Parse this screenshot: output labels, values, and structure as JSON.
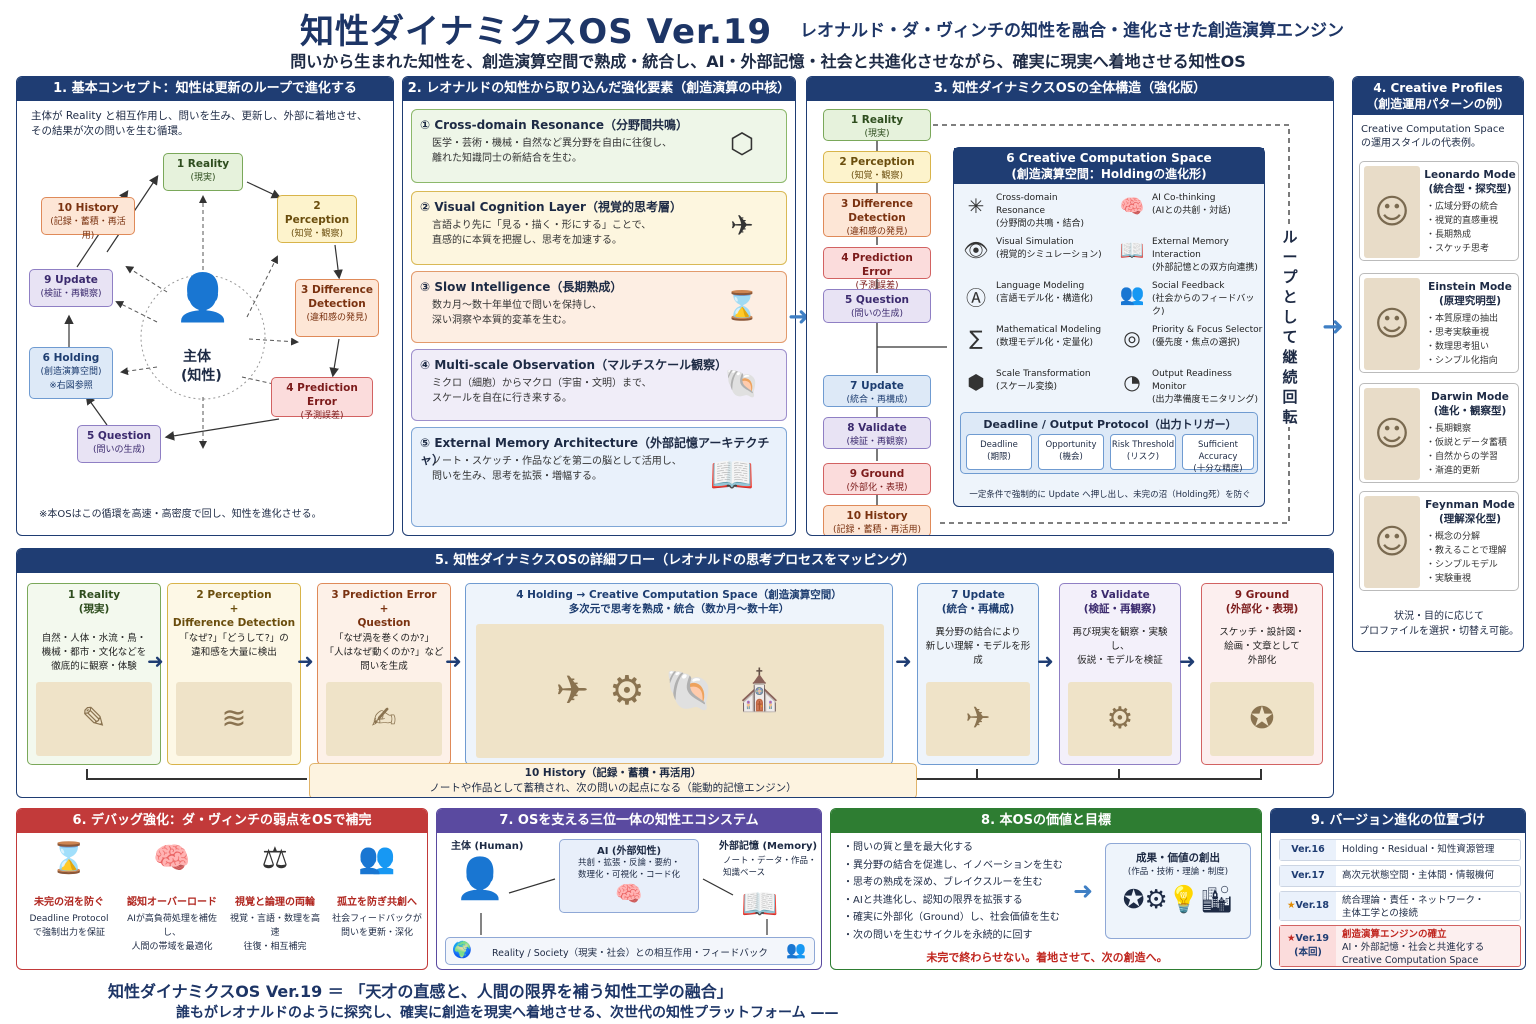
{
  "title": "知性ダイナミクスOS Ver.19",
  "title_sub": "レオナルド・ダ・ヴィンチの知性を融合・進化させた創造演算エンジン",
  "subtitle": "問いから生まれた知性を、創造演算空間で熟成・統合し、AI・外部記憶・社会と共進化させながら、確実に現実へ着地させる知性OS",
  "p1": {
    "header": "1. 基本コンセプト：知性は更新のループで進化する",
    "desc1": "主体が Reality と相互作用し、問いを生み、更新し、外部に着地させ、",
    "desc2": "その結果が次の問いを生む循環。",
    "center1": "主体",
    "center2": "(知性)",
    "n1": "1 Reality",
    "n1s": "(現実)",
    "n2": "2 Perception",
    "n2s": "(知覚・観察)",
    "n3": "3 Difference Detection",
    "n3s": "(違和感の発見)",
    "n4": "4 Prediction Error",
    "n4s": "(予測誤差)",
    "n5": "5 Question",
    "n5s": "(問いの生成)",
    "n6": "6 Holding",
    "n6s": "(創造演算空間)",
    "n6s2": "※右図参照",
    "n9": "9 Update",
    "n9s": "(検証・再観察)",
    "n10": "10 History",
    "n10s": "(記録・蓄積・再活用)",
    "note": "※本OSはこの循環を高速・高密度で回し、知性を進化させる。"
  },
  "p2": {
    "header": "2. レオナルドの知性から取り込んだ強化要素（創造演算の中核）",
    "items": [
      {
        "t": "① Cross-domain Resonance（分野間共鳴）",
        "d1": "医学・芸術・機械・自然など異分野を自由に往復し、",
        "d2": "離れた知識同士の新結合を生む。"
      },
      {
        "t": "② Visual Cognition Layer（視覚的思考層）",
        "d1": "言語より先に「見る・描く・形にする」ことで、",
        "d2": "直感的に本質を把握し、思考を加速する。"
      },
      {
        "t": "③ Slow Intelligence（長期熟成）",
        "d1": "数カ月〜数十年単位で問いを保持し、",
        "d2": "深い洞察や本質的変革を生む。"
      },
      {
        "t": "④ Multi-scale Observation（マルチスケール観察）",
        "d1": "ミクロ（細胞）からマクロ（宇宙・文明）まで、",
        "d2": "スケールを自在に行き来する。"
      },
      {
        "t": "⑤ External Memory Architecture（外部記憶アーキテクチャ）",
        "d1": "ノート・スケッチ・作品などを第二の脳として活用し、",
        "d2": "問いを生み、思考を拡張・増幅する。"
      }
    ]
  },
  "p3": {
    "header": "3. 知性ダイナミクスOSの全体構造（強化版）",
    "steps": [
      {
        "a": "1 Reality",
        "b": "(現実)"
      },
      {
        "a": "2 Perception",
        "b": "(知覚・観察)"
      },
      {
        "a": "3 Difference Detection",
        "b": "(違和感の発見)"
      },
      {
        "a": "4 Prediction Error",
        "b": "(予測誤差)"
      },
      {
        "a": "5 Question",
        "b": "(問いの生成)"
      },
      {
        "a": "7 Update",
        "b": "(統合・再構成)"
      },
      {
        "a": "8 Validate",
        "b": "(検証・再観察)"
      },
      {
        "a": "9 Ground",
        "b": "(外部化・表現)"
      },
      {
        "a": "10 History",
        "b": "(記録・蓄積・再活用)"
      }
    ],
    "ccs_t1": "6 Creative Computation Space",
    "ccs_t2": "(創造演算空間：Holdingの進化形)",
    "features": [
      {
        "a": "Cross-domain Resonance",
        "b": "(分野間の共鳴・結合)"
      },
      {
        "a": "AI Co-thinking",
        "b": "(AIとの共創・対話)"
      },
      {
        "a": "Visual Simulation",
        "b": "(視覚的シミュレーション)"
      },
      {
        "a": "External Memory Interaction",
        "b": "(外部記憶との双方向連携)"
      },
      {
        "a": "Language Modeling",
        "b": "(言語モデル化・構造化)"
      },
      {
        "a": "Social Feedback",
        "b": "(社会からのフィードバック)"
      },
      {
        "a": "Mathematical Modeling",
        "b": "(数理モデル化・定量化)"
      },
      {
        "a": "Priority & Focus Selector",
        "b": "(優先度・焦点の選択)"
      },
      {
        "a": "Scale Transformation",
        "b": "(スケール変換)"
      },
      {
        "a": "Output Readiness Monitor",
        "b": "(出力準備度モニタリング)"
      }
    ],
    "protocol": "Deadline / Output Protocol（出力トリガー）",
    "triggers": [
      {
        "a": "Deadline",
        "b": "(期限)"
      },
      {
        "a": "Opportunity",
        "b": "(機会)"
      },
      {
        "a": "Risk Threshold",
        "b": "(リスク)"
      },
      {
        "a": "Sufficient Accuracy",
        "b": "(十分な精度)"
      }
    ],
    "protocol_note": "一定条件で強制的に Update へ押し出し、未完の沼（Holding死）を防ぐ",
    "loop": "ループとして継続回転"
  },
  "p4": {
    "header1": "4. Creative Profiles",
    "header2": "（創造運用パターンの例）",
    "desc1": "Creative Computation Space",
    "desc2": "の運用スタイルの代表例。",
    "profiles": [
      {
        "t1": "Leonardo Mode",
        "t2": "(統合型・探究型)",
        "l": [
          "・広域分野の統合",
          "・視覚的直感重視",
          "・長期熟成",
          "・スケッチ思考"
        ]
      },
      {
        "t1": "Einstein Mode",
        "t2": "(原理究明型)",
        "l": [
          "・本質原理の抽出",
          "・思考実験重視",
          "・数理思考狙い",
          "・シンプル化指向"
        ]
      },
      {
        "t1": "Darwin Mode",
        "t2": "(進化・観察型)",
        "l": [
          "・長期観察",
          "・仮説とデータ蓄積",
          "・自然からの学習",
          "・漸進的更新"
        ]
      },
      {
        "t1": "Feynman Mode",
        "t2": "(理解深化型)",
        "l": [
          "・概念の分解",
          "・教えることで理解",
          "・シンプルモデル",
          "・実験重視"
        ]
      }
    ],
    "note1": "状況・目的に応じて",
    "note2": "プロファイルを選択・切替え可能。"
  },
  "p5": {
    "header": "5. 知性ダイナミクスOSの詳細フロー（レオナルドの思考プロセスをマッピング）",
    "boxes": [
      {
        "h1": "1 Reality",
        "h2": "(現実)",
        "h3": "",
        "d": [
          "自然・人体・水流・鳥・",
          "機械・都市・文化などを",
          "徹底的に観察・体験"
        ]
      },
      {
        "h1": "2 Perception",
        "h2": "+",
        "h3": "Difference Detection",
        "d": [
          "「なぜ?」「どうして?」の",
          "違和感を大量に検出"
        ]
      },
      {
        "h1": "3 Prediction Error",
        "h2": "+",
        "h3": "Question",
        "d": [
          "「なぜ渦を巻くのか?」",
          "「人はなぜ動くのか?」など",
          "問いを生成"
        ]
      },
      {
        "h1": "7 Update",
        "h2": "(統合・再構成)",
        "h3": "",
        "d": [
          "異分野の結合により",
          "新しい理解・モデルを形成"
        ]
      },
      {
        "h1": "8 Validate",
        "h2": "(検証・再観察)",
        "h3": "",
        "d": [
          "再び現実を観察・実験し、",
          "仮説・モデルを検証"
        ]
      },
      {
        "h1": "9 Ground",
        "h2": "(外部化・表現)",
        "h3": "",
        "d": [
          "スケッチ・設計図・",
          "絵画・文章として",
          "外部化"
        ]
      }
    ],
    "hold1": "4 Holding → Creative Computation Space（創造演算空間）",
    "hold2": "多次元で思考を熟成・統合（数か月〜数十年）",
    "hist1": "10 History（記録・蓄積・再活用）",
    "hist2": "ノートや作品として蓄積され、次の問いの起点になる（能動的記憶エンジン）"
  },
  "p6": {
    "header": "6. デバッグ強化：ダ・ヴィンチの弱点をOSで補完",
    "items": [
      {
        "t": "未完の沼を防ぐ",
        "d1": "Deadline Protocol",
        "d2": "で強制出力を保証"
      },
      {
        "t": "認知オーバーロード",
        "d1": "AIが高負荷処理を補佐し、",
        "d2": "人間の帯域を最適化"
      },
      {
        "t": "視覚と論理の両輪",
        "d1": "視覚・言語・数理を高速",
        "d2": "往復・相互補完"
      },
      {
        "t": "孤立を防ぎ共創へ",
        "d1": "社会フィードバックが",
        "d2": "問いを更新・深化"
      }
    ]
  },
  "p7": {
    "header": "7. OSを支える三位一体の知性エコシステム",
    "human": "主体 (Human)",
    "ai": "AI (外部知性)",
    "ai_d1": "共創・拡張・反論・要約・",
    "ai_d2": "数理化・可視化・コード化",
    "mem": "外部記憶 (Memory)",
    "mem_d1": "ノート・データ・作品・",
    "mem_d2": "知識ベース",
    "bottom": "Reality / Society（現実・社会）との相互作用・フィードバック"
  },
  "p8": {
    "header": "8. 本OSの価値と目標",
    "items": [
      "・問いの質と量を最大化する",
      "・異分野の結合を促進し、イノベーションを生む",
      "・思考の熟成を深め、ブレイクスルーを生む",
      "・AIと共進化し、認知の限界を拡張する",
      "・確実に外部化（Ground）し、社会価値を生む",
      "・次の問いを生むサイクルを永続的に回す"
    ],
    "goal1": "成果・価値の創出",
    "goal2": "(作品・技術・理論・制度)",
    "slogan": "未完で終わらせない。着地させて、次の創造へ。"
  },
  "p9": {
    "header": "9. バージョン進化の位置づけ",
    "rows": [
      {
        "v": "Ver.16",
        "t1": "Holding・Residual・知性資源管理",
        "t2": ""
      },
      {
        "v": "Ver.17",
        "t1": "高次元状態空間・主体間・情報機何",
        "t2": ""
      },
      {
        "v": "Ver.18",
        "t1": "統合理論・責任・ネットワーク・",
        "t2": "主体工学との接続"
      },
      {
        "v": "Ver.19",
        "v2": "(本回)",
        "t1": "創造演算エンジンの確立",
        "t2": "AI・外部記憶・社会と共進化する",
        "t3": "Creative Computation Space"
      }
    ]
  },
  "footer1": "知性ダイナミクスOS Ver.19 ＝ 「天才の直感と、人間の限界を補う知性工学の融合」",
  "footer2": "誰もがレオナルドのように探究し、確実に創造を現実へ着地させる、次世代の知性プラットフォーム ——"
}
